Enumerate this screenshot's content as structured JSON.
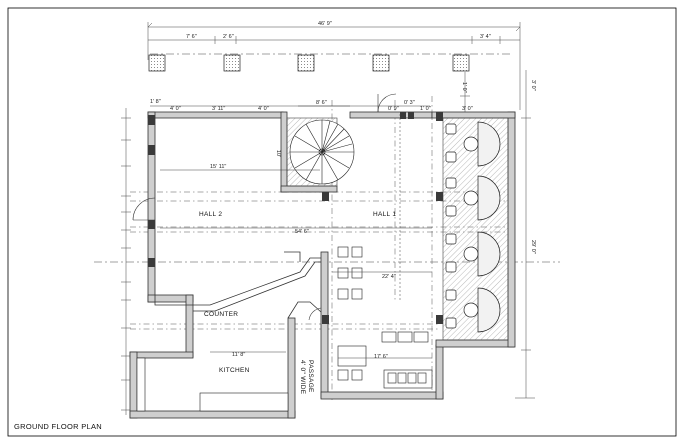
{
  "drawing": {
    "title": "GROUND FLOOR PLAN"
  },
  "rooms": {
    "hall_2": "HALL 2",
    "hall_1": "HALL 1",
    "counter": "COUNTER",
    "kitchen": "KITCHEN",
    "passage_line1": "4' 0\" WIDE",
    "passage_line2": "PASSAGE"
  },
  "dimensions": {
    "overall_top": "46' 9\"",
    "col_a": "7' 6\"",
    "col_b": "2' 6\"",
    "col_right": "3' 4\"",
    "top_left_1": "1' 8\"",
    "top_left_2": "4' 0\"",
    "top_left_3": "3' 11\"",
    "top_left_4": "4' 0\"",
    "stair_width": "8' 6\"",
    "top_mid_1": "0' 9\"",
    "top_mid_2": "0' 3\"",
    "top_mid_3": "1' 0\"",
    "top_right": "3' 0\"",
    "hall2_width": "15' 11\"",
    "hall_total": "54' 6\"",
    "hall1_depth": "22' 4\"",
    "right_height": "29' 0\"",
    "small_table": "17' 6\"",
    "kitchen_width": "11' 8\"",
    "stair_depth": "10'",
    "right_top": "3' 0\"",
    "right_mid": "1' 0\""
  },
  "colors": {
    "wall_fill": "#cfcfcf",
    "wall_stroke": "#333333",
    "column_fill": "#3a3a3a",
    "hatch": "#777777",
    "dim_line": "#444444"
  }
}
